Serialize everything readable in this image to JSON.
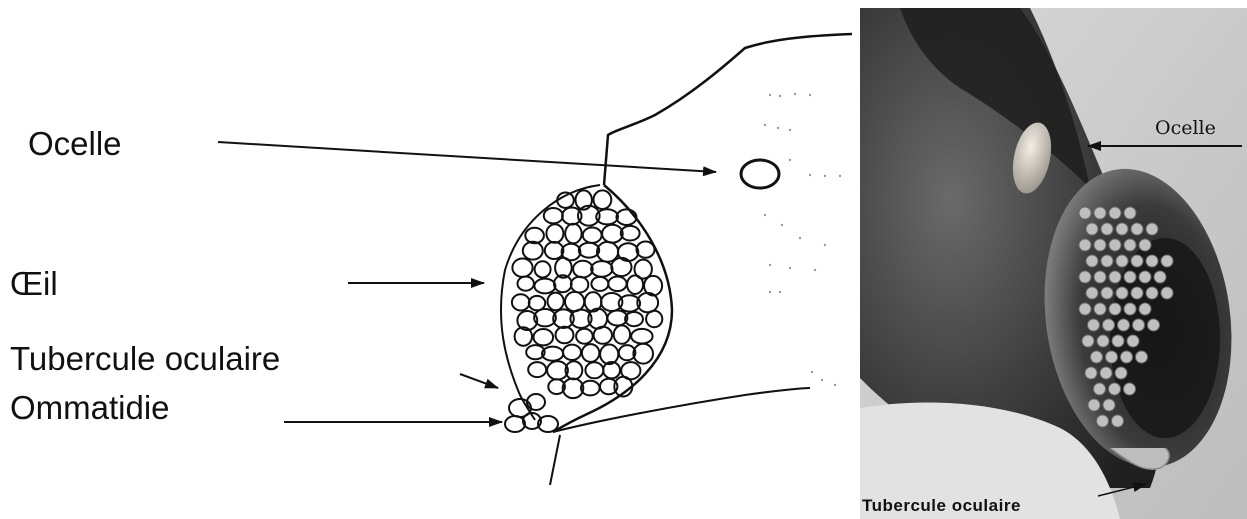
{
  "diagram": {
    "labels": {
      "ocelle": "Ocelle",
      "oeil": "Œil",
      "tubercule": "Tubercule oculaire",
      "ommatidie": "Ommatidie"
    }
  },
  "photo": {
    "labels": {
      "ocelle": "Ocelle",
      "tubercule": "Tubercule oculaire"
    }
  },
  "colors": {
    "ink": "#111111",
    "photo_background": "#cfcfcf",
    "photo_dark": "#2a2a2a"
  }
}
